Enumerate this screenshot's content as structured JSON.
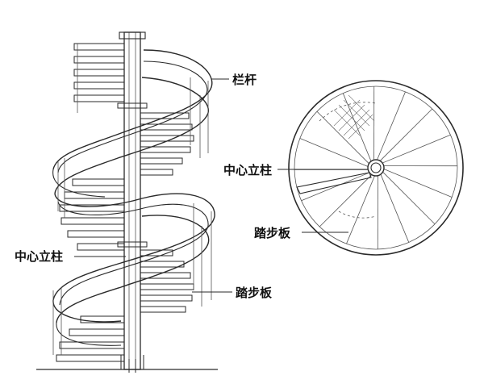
{
  "labels": {
    "railing": "栏杆",
    "center_post_side": "中心立柱",
    "tread_side": "踏步板",
    "center_post_plan": "中心立柱",
    "tread_plan": "踏步板"
  },
  "colors": {
    "line": "#2a2a2a",
    "background": "#ffffff"
  }
}
